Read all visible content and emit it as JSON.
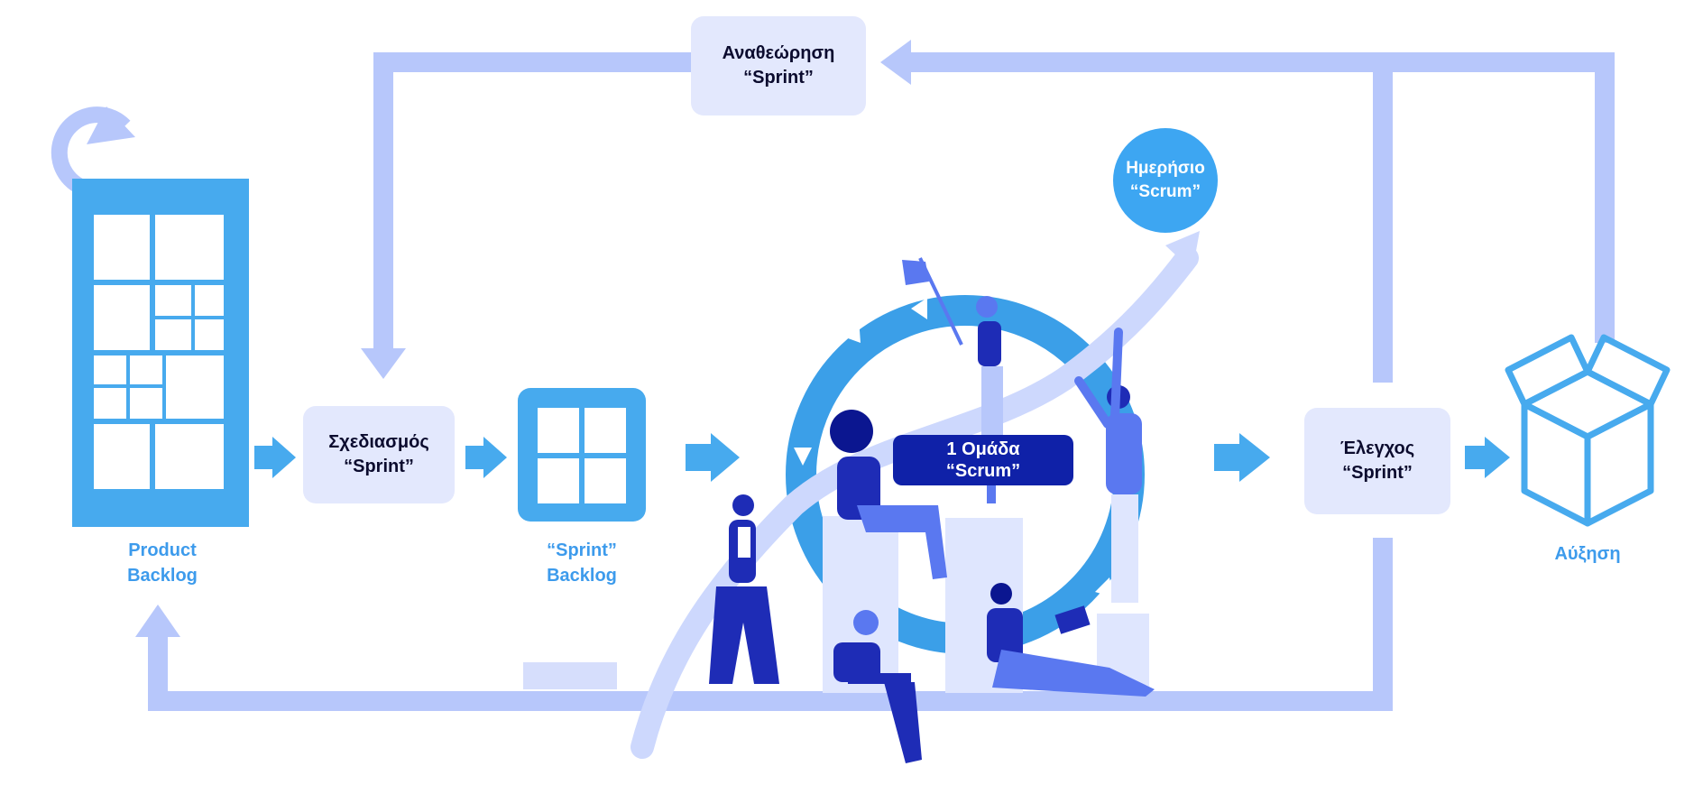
{
  "colors": {
    "flow_line": "#b7c7fb",
    "arrow_blue": "#47aaee",
    "box_fill": "#e3e8fd",
    "cycle_ring": "#3b9fe8",
    "scrum_label_fill": "#0f21a8",
    "daily_circle": "#3da6f2",
    "caption_text": "#3d9bec",
    "people_dark": "#1e2cb6",
    "people_mid": "#5a78f0"
  },
  "nodes": {
    "sprint_review": {
      "line1": "Αναθεώρηση",
      "line2": "“Sprint”"
    },
    "sprint_planning": {
      "line1": "Σχεδιασμός",
      "line2": "“Sprint”"
    },
    "sprint_retrospective": {
      "line1": "Έλεγχος",
      "line2": "“Sprint”"
    },
    "scrum_team": {
      "line1": "1 Ομάδα",
      "line2": "“Scrum”"
    },
    "daily_scrum": {
      "line1": "Ημερήσιο",
      "line2": "“Scrum”"
    }
  },
  "captions": {
    "product_backlog": {
      "line1": "Product",
      "line2": "Backlog"
    },
    "sprint_backlog": {
      "line1": "“Sprint”",
      "line2": "Backlog"
    },
    "increment": {
      "line1": "Αύξηση"
    }
  },
  "icons": {
    "product_backlog": "board-grid-icon",
    "refresh": "refresh-arrow-icon",
    "sprint_backlog": "four-pane-window-icon",
    "increment": "open-box-icon",
    "team": "people-illustration",
    "growth": "rising-arrow-icon"
  }
}
